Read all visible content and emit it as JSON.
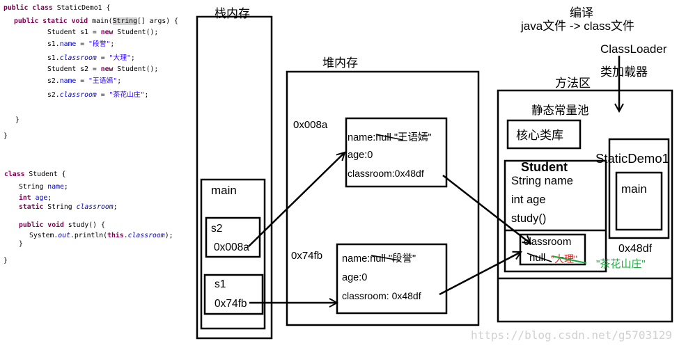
{
  "code": {
    "lines": [
      [
        [
          "public",
          "keyword"
        ],
        " ",
        [
          "class",
          "keyword"
        ],
        " StaticDemo1 {"
      ],
      [
        [
          "public",
          "keyword"
        ],
        " ",
        [
          "static",
          "keyword"
        ],
        " ",
        [
          "void",
          "keyword"
        ],
        " main(",
        [
          "String",
          "highlight"
        ],
        "[] args) {"
      ],
      [
        "Student s1 = ",
        [
          "new",
          "keyword"
        ],
        " Student();"
      ],
      [
        "s1.",
        [
          "name",
          "field"
        ],
        " = ",
        [
          "\"段誉\"",
          "string"
        ],
        ";"
      ],
      [
        "s1.",
        [
          "classroom",
          "static-field"
        ],
        " = ",
        [
          "\"大理\"",
          "string"
        ],
        ";"
      ],
      [
        "Student s2 = ",
        [
          "new",
          "keyword"
        ],
        " Student();"
      ],
      [
        "s2.",
        [
          "name",
          "field"
        ],
        " = ",
        [
          "\"王语嫣\"",
          "string"
        ],
        ";"
      ],
      [
        "s2.",
        [
          "classroom",
          "static-field"
        ],
        " = ",
        [
          "\"茶花山庄\"",
          "string"
        ],
        ";"
      ],
      [
        "}"
      ],
      [
        "}"
      ],
      [
        [
          "class",
          "keyword"
        ],
        " Student {"
      ],
      [
        "String ",
        [
          "name",
          "field"
        ],
        ";"
      ],
      [
        [
          "int",
          "keyword"
        ],
        " ",
        [
          "age",
          "field"
        ],
        ";"
      ],
      [
        [
          "static",
          "keyword"
        ],
        " String ",
        [
          "classroom",
          "static-field"
        ],
        ";"
      ],
      [
        [
          "public",
          "keyword"
        ],
        " ",
        [
          "void",
          "keyword"
        ],
        " study() {"
      ],
      [
        "System.",
        [
          "out",
          "static-field"
        ],
        ".println(",
        [
          "this",
          "keyword"
        ],
        ".",
        [
          "classroom",
          "static-field"
        ],
        ");"
      ],
      [
        "}"
      ],
      [
        "}"
      ]
    ]
  },
  "stack": {
    "title": "栈内存",
    "frame_label": "main",
    "vars": [
      {
        "name": "s2",
        "ref": "0x008a"
      },
      {
        "name": "s1",
        "ref": "0x74fb"
      }
    ]
  },
  "heap": {
    "title": "堆内存",
    "objects": [
      {
        "address": "0x008a",
        "name": "name:null \"王语嫣\"",
        "age": "age:0",
        "classroom": "classroom:0x48df"
      },
      {
        "address": "0x74fb",
        "name": "name:null \"段誉\"",
        "age": "age:0",
        "classroom": "classroom: 0x48df"
      }
    ]
  },
  "compile": {
    "title": "编译",
    "flow": "java文件 -> class文件",
    "loader": "ClassLoader",
    "loader_cn": "类加载器"
  },
  "method_area": {
    "title": "方法区",
    "constant_pool": "静态常量池",
    "core_library": "核心类库",
    "student_class": {
      "title": "Student",
      "members": [
        "String name",
        "int age",
        "study()"
      ],
      "static_field": {
        "label": "classroom",
        "old_value": "null",
        "old_string": "\"大理\"",
        "address": "0x48df",
        "new_string": "\"茶花山庄\""
      }
    },
    "main_class": {
      "title": "StaticDemo1",
      "method": "main"
    }
  },
  "colors": {
    "keyword": "#7f0055",
    "string": "#2a00ff",
    "field": "#0000c0",
    "old_string": "#e0201c",
    "new_string": "#1aab3c",
    "watermark": "#d0d0d0"
  },
  "watermark": "https://blog.csdn.net/g5703129"
}
